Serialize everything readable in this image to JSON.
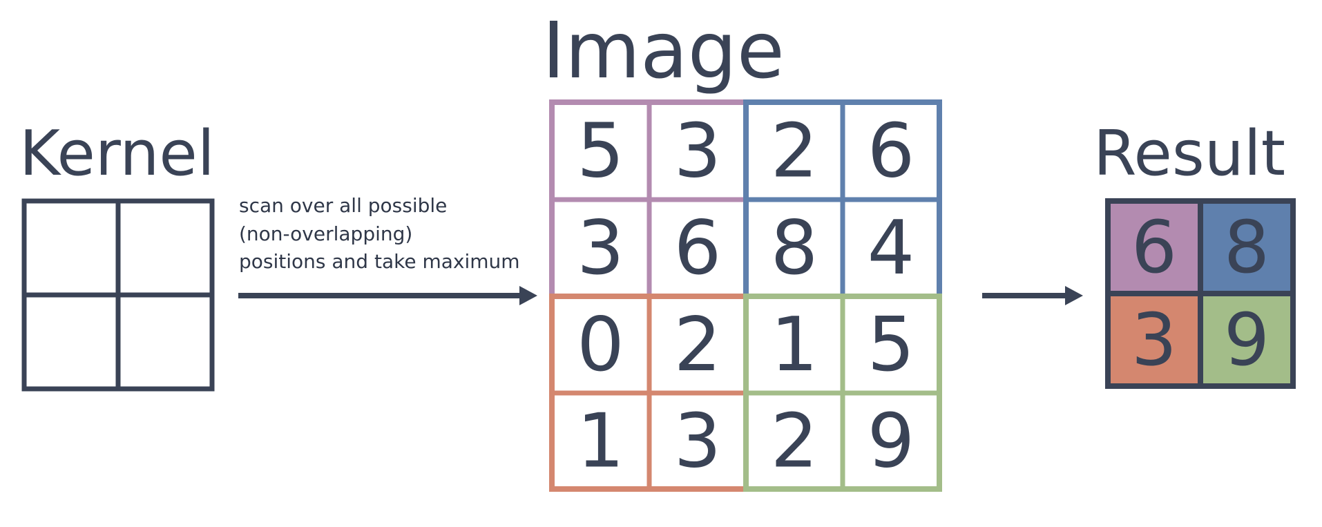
{
  "kernel": {
    "title": "Kernel"
  },
  "image": {
    "title": "Image",
    "grid": [
      [
        5,
        3,
        2,
        6
      ],
      [
        3,
        6,
        8,
        4
      ],
      [
        0,
        2,
        1,
        5
      ],
      [
        1,
        3,
        2,
        9
      ]
    ]
  },
  "caption": {
    "line1": "scan over all possible",
    "line2": "(non-overlapping)",
    "line3": "positions and take maximum"
  },
  "result": {
    "title": "Result",
    "grid": [
      [
        6,
        8
      ],
      [
        3,
        9
      ]
    ]
  },
  "colors": {
    "ink": "#3a4356",
    "quadrant_top_left": "#b38bb0",
    "quadrant_top_right": "#5f80ad",
    "quadrant_bottom_left": "#d4876f",
    "quadrant_bottom_right": "#a3bd89"
  }
}
